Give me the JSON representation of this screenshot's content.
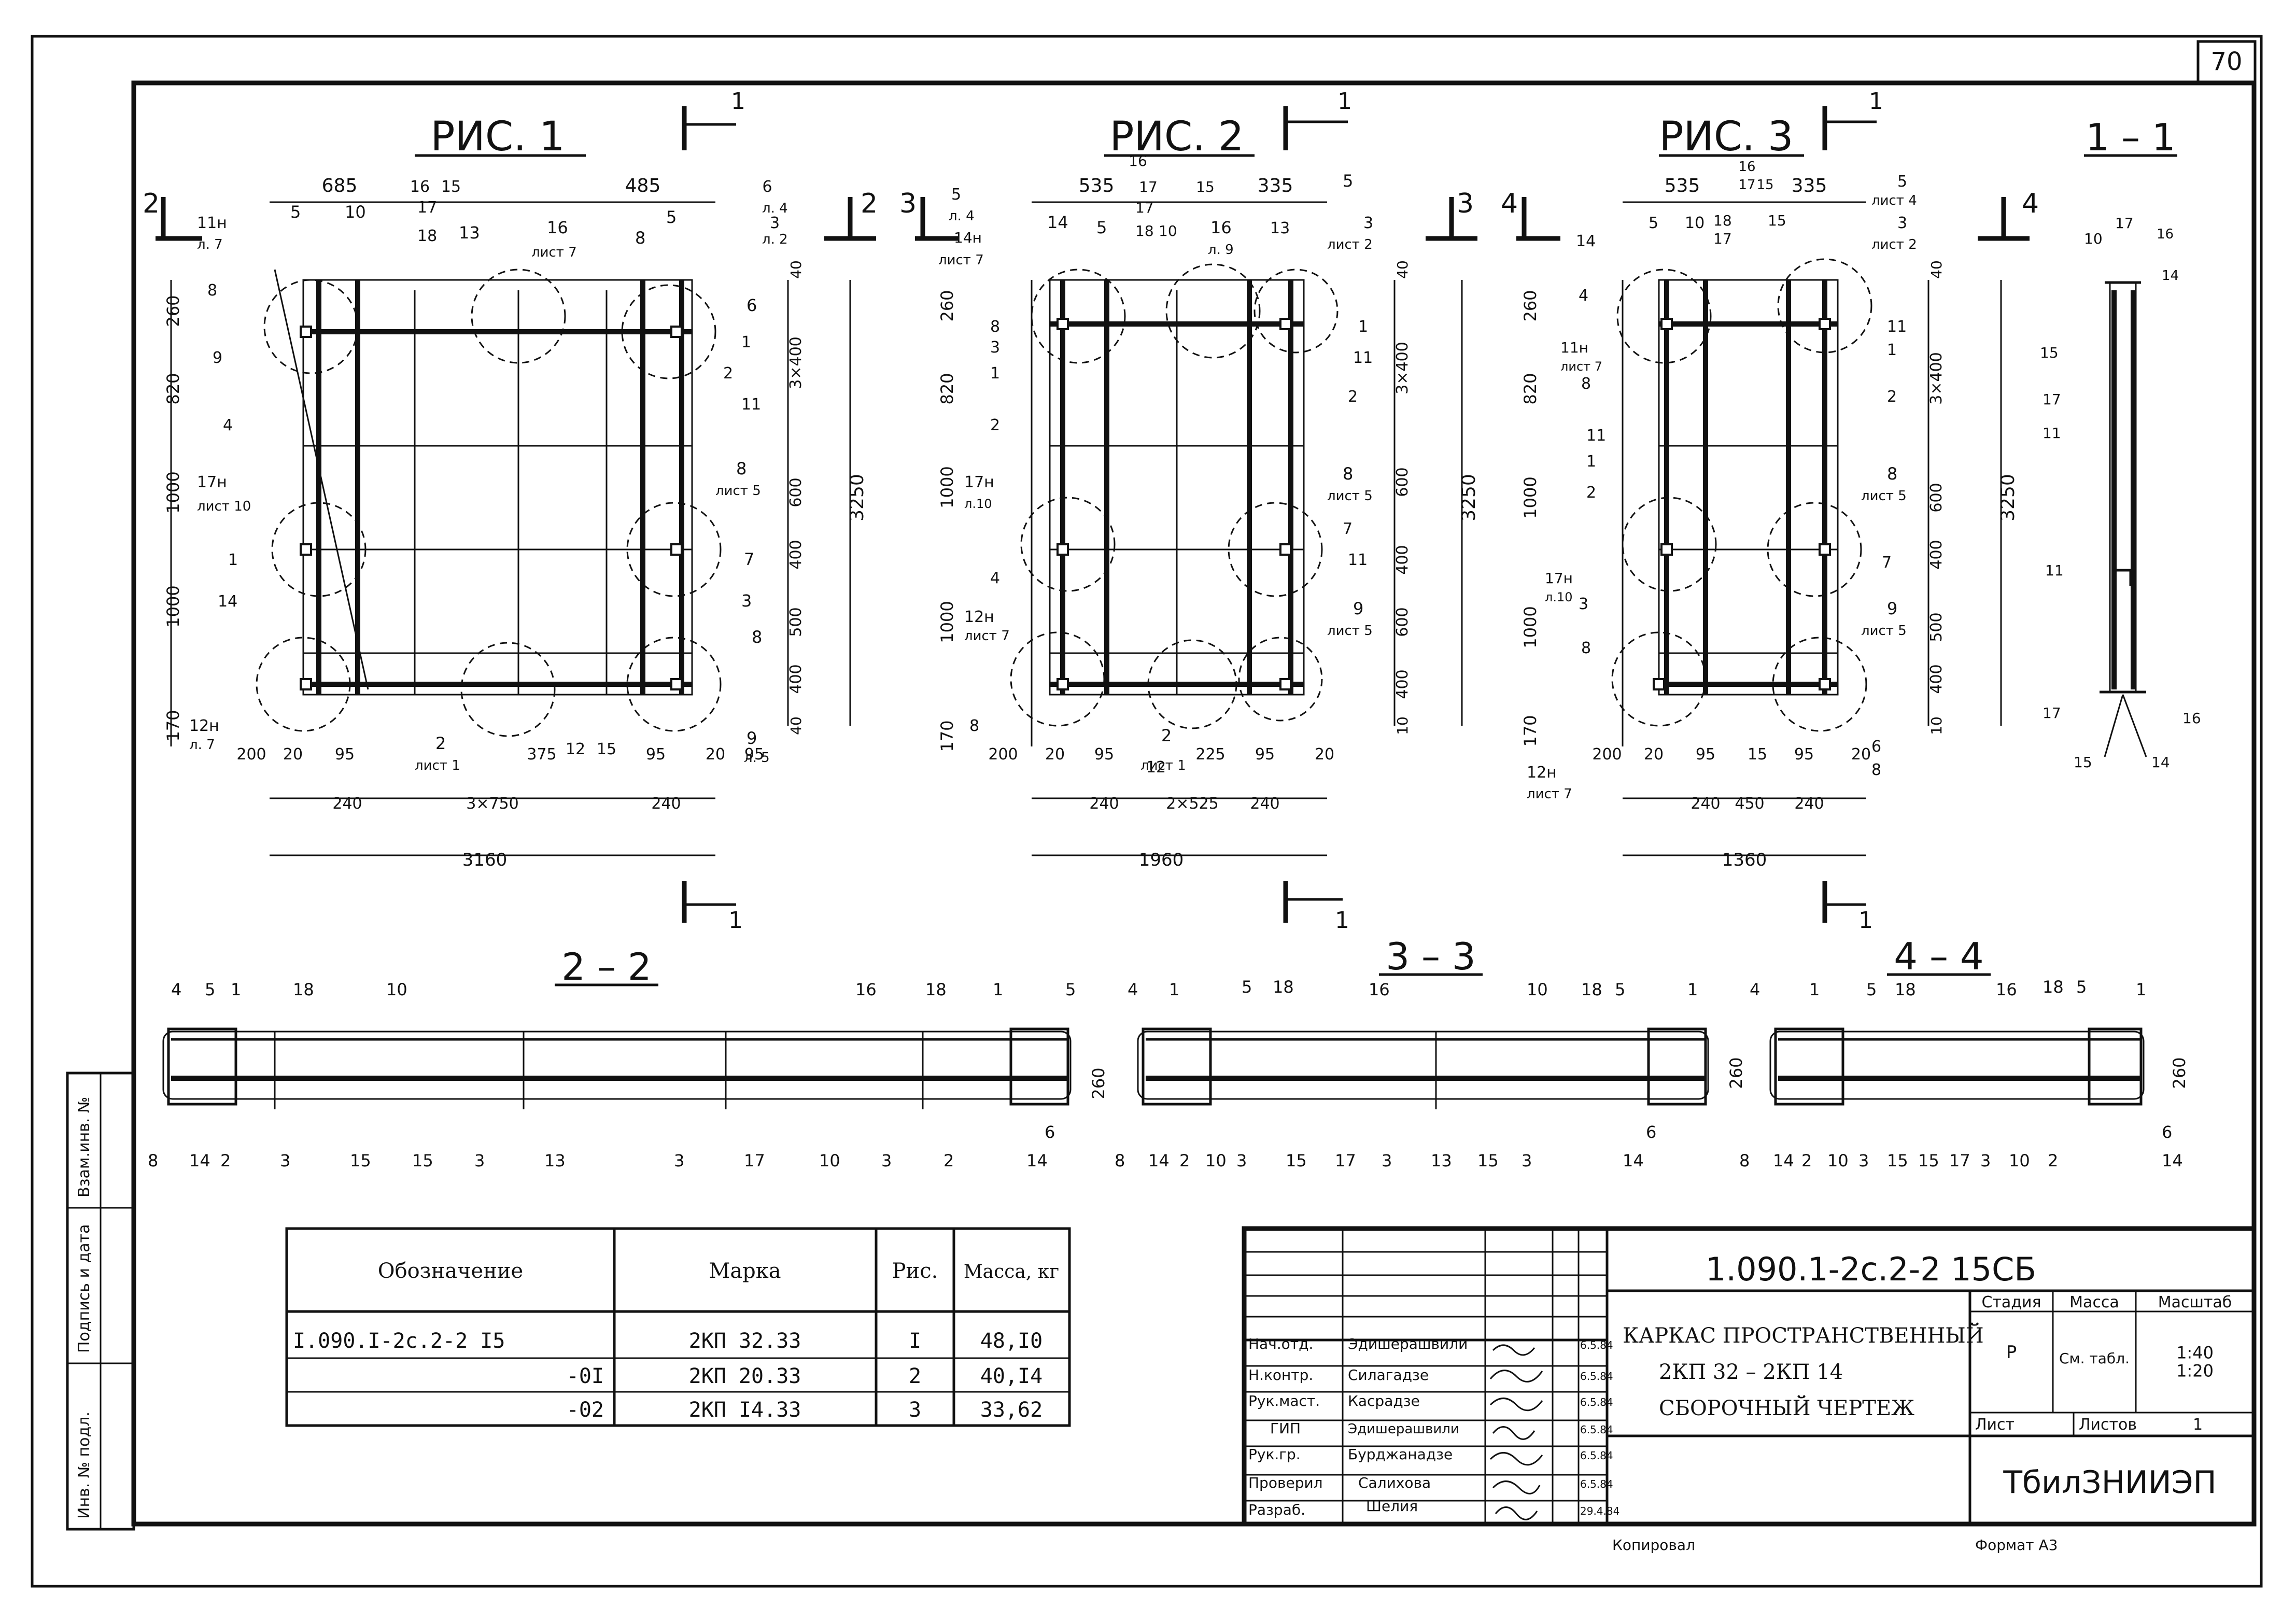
{
  "sheet_number": "70",
  "figures": [
    {
      "title": "РИС. 1",
      "section_mark": "1",
      "dims_top": [
        "685",
        "16",
        "15",
        "485",
        "6"
      ],
      "dims_left": [
        "260",
        "820",
        "1000",
        "1000",
        "170"
      ],
      "dims_right": [
        "40",
        "3×400",
        "600",
        "400",
        "500",
        "400",
        "40"
      ],
      "overall_h": "3250",
      "dims_bottom1": [
        "200",
        "20",
        "95",
        "375",
        "12",
        "15",
        "95",
        "20",
        "95"
      ],
      "dims_bottom2": [
        "240",
        "3×750",
        "240"
      ],
      "overall_w": "3160",
      "labels": [
        "11н",
        "л. 7",
        "8",
        "9",
        "4",
        "17н",
        "лист 10",
        "1",
        "14",
        "12н",
        "л. 7",
        "5",
        "10",
        "17",
        "18",
        "13",
        "16",
        "лист 7",
        "8",
        "5",
        "л. 4",
        "3",
        "л. 2",
        "6",
        "1",
        "2",
        "11",
        "8",
        "лист 5",
        "7",
        "3",
        "8",
        "9",
        "л. 5",
        "2",
        "лист 1"
      ],
      "section_cut": "2"
    },
    {
      "title": "РИС. 2",
      "section_mark": "1",
      "dims_top": [
        "535",
        "16",
        "17",
        "15",
        "335"
      ],
      "dims_left": [
        "260",
        "820",
        "1000",
        "1000",
        "170"
      ],
      "dims_right": [
        "40",
        "3×400",
        "600",
        "400",
        "600",
        "400",
        "10"
      ],
      "overall_h": "3250",
      "dims_bottom1": [
        "200",
        "20",
        "95",
        "2",
        "12",
        "225",
        "95",
        "20"
      ],
      "dims_bottom2": [
        "240",
        "2×525",
        "240"
      ],
      "overall_w": "1960",
      "labels": [
        "5",
        "л. 4",
        "14н",
        "лист 7",
        "8",
        "3",
        "1",
        "2",
        "17н",
        "л.10",
        "4",
        "12н",
        "лист 7",
        "8",
        "14",
        "5",
        "17",
        "18",
        "10",
        "16",
        "л. 9",
        "13",
        "5",
        "3",
        "лист 2",
        "1",
        "11",
        "2",
        "8",
        "лист 5",
        "7",
        "11",
        "9",
        "лист 5",
        "лист 1"
      ],
      "section_cut": "3"
    },
    {
      "title": "РИС. 3",
      "section_mark": "1",
      "dims_top": [
        "535",
        "16",
        "17",
        "15",
        "335"
      ],
      "dims_left": [
        "260",
        "820",
        "1000",
        "1000",
        "170"
      ],
      "dims_right": [
        "40",
        "3×400",
        "600",
        "400",
        "500",
        "400",
        "10"
      ],
      "overall_h": "3250",
      "dims_bottom1": [
        "200",
        "20",
        "95",
        "15",
        "95",
        "20"
      ],
      "dims_bottom2": [
        "240",
        "450",
        "240"
      ],
      "overall_w": "1360",
      "labels": [
        "14",
        "4",
        "11н",
        "лист 7",
        "8",
        "11",
        "1",
        "2",
        "17н",
        "л.10",
        "3",
        "8",
        "12н",
        "лист 7",
        "5",
        "10",
        "17",
        "18",
        "15",
        "5",
        "лист 4",
        "3",
        "лист 2",
        "11",
        "1",
        "2",
        "8",
        "лист 5",
        "7",
        "9",
        "лист 5",
        "6",
        "8"
      ],
      "section_cut": "4"
    }
  ],
  "section_1_1": {
    "title": "1 – 1",
    "labels": [
      "10",
      "17",
      "16",
      "14",
      "15",
      "17",
      "11",
      "11",
      "17",
      "16",
      "15",
      "14"
    ]
  },
  "sections": [
    {
      "title": "2 – 2",
      "height": "260",
      "top_labels": [
        "4",
        "5",
        "1",
        "18",
        "10",
        "16",
        "18",
        "1",
        "5"
      ],
      "bottom_labels": [
        "8",
        "14",
        "2",
        "3",
        "15",
        "15",
        "3",
        "13",
        "3",
        "17",
        "10",
        "3",
        "2",
        "14",
        "6"
      ]
    },
    {
      "title": "3 – 3",
      "height": "260",
      "top_labels": [
        "4",
        "1",
        "5",
        "18",
        "16",
        "10",
        "18",
        "5",
        "1"
      ],
      "bottom_labels": [
        "8",
        "14",
        "2",
        "10",
        "3",
        "15",
        "17",
        "3",
        "13",
        "15",
        "3",
        "14",
        "6"
      ]
    },
    {
      "title": "4 – 4",
      "height": "260",
      "top_labels": [
        "4",
        "1",
        "5",
        "18",
        "16",
        "18",
        "5",
        "1"
      ],
      "bottom_labels": [
        "8",
        "14",
        "2",
        "10",
        "3",
        "15",
        "15",
        "17",
        "3",
        "10",
        "2",
        "14",
        "6"
      ]
    }
  ],
  "spec_table": {
    "headers": [
      "Обозначение",
      "Марка",
      "Рис.",
      "Масса, кг"
    ],
    "rows": [
      [
        "I.090.I-2c.2-2 I5",
        "2КП 32.33",
        "I",
        "48,I0"
      ],
      [
        "-0I",
        "2КП 20.33",
        "2",
        "40,I4"
      ],
      [
        "-02",
        "2КП I4.33",
        "3",
        "33,62"
      ]
    ]
  },
  "title_block": {
    "doc_code": "1.090.1-2с.2-2   15СБ",
    "title_lines": [
      "КАРКАС ПРОСТРАНСТВЕННЫЙ",
      "2КП 32 – 2КП 14",
      "СБОРОЧНЫЙ ЧЕРТЕЖ"
    ],
    "signatures": [
      {
        "role": "Нач.отд.",
        "name": "Эдишерашвили",
        "date": "6.5.84"
      },
      {
        "role": "Н.контр.",
        "name": "Силагадзе",
        "date": "6.5.84"
      },
      {
        "role": "Рук.маст.",
        "name": "Касрадзе",
        "date": "6.5.84"
      },
      {
        "role": "ГИП",
        "name": "Эдишерашвили",
        "date": "6.5.84"
      },
      {
        "role": "Рук.гр.",
        "name": "Бурджанадзе",
        "date": "6.5.84"
      },
      {
        "role": "Проверил",
        "name": "Салихова",
        "date": "6.5.84"
      },
      {
        "role": "Разраб.",
        "name": "Шелия",
        "date": "29.4.84"
      }
    ],
    "stage_label": "Стадия",
    "stage": "Р",
    "mass_label": "Масса",
    "mass": "См. табл.",
    "scale_label": "Масштаб",
    "scale": "1:40\n1:20",
    "sheet_label": "Лист",
    "sheets_label": "Листов",
    "sheets": "1",
    "org": "ТбилЗНИИЭП",
    "copied": "Копировал",
    "format": "Формат А3"
  },
  "side_stamp": [
    "Инв. № подл.",
    "Подпись и дата",
    "Взам.инв. №"
  ]
}
